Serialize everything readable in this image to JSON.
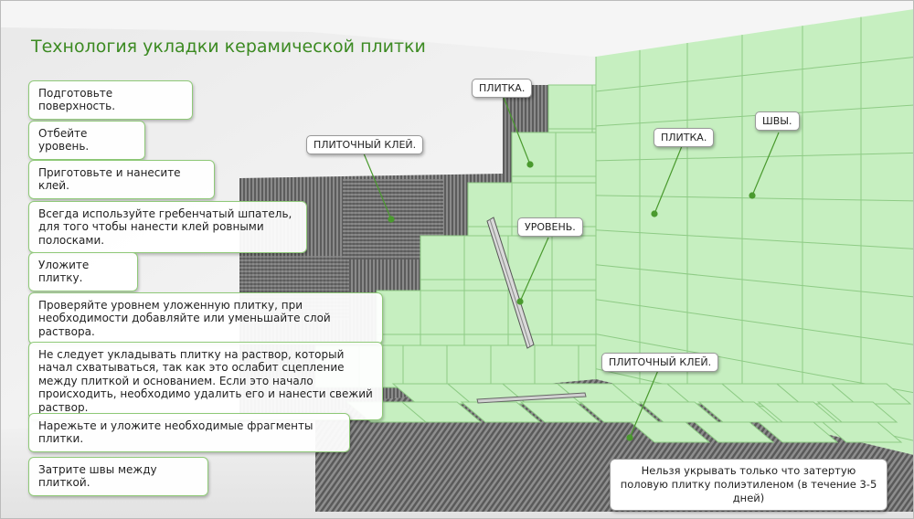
{
  "title": "Технология укладки керамической плитки",
  "steps": [
    "Подготовьте поверхность.",
    "Отбейте уровень.",
    "Приготовьте и нанесите клей.",
    "Всегда используйте гребенчатый шпатель, для того чтобы нанести клей ровными полосками.",
    "Уложите плитку.",
    "Проверяйте уровнем уложенную плитку, при необходимости добавляйте или уменьшайте слой раствора.",
    "Не следует укладывать плитку на раствор, который начал схватываться, так как это ослабит сцепление между плиткой и основанием. Если это начало происходить, необходимо удалить его и нанести свежий раствор.",
    "Нарежьте и уложите необходимые фрагменты плитки.",
    "Затрите швы между плиткой."
  ],
  "labels": {
    "tile": "ПЛИТКА.",
    "adhesive": "ПЛИТОЧНЫЙ КЛЕЙ.",
    "level": "УРОВЕНЬ.",
    "joints": "ШВЫ."
  },
  "note": "Нельзя укрывать только что затертую половую плитку полиэтиленом (в течение 3-5 дней)",
  "colors": {
    "tile": "#c6efc0",
    "tile_line": "#8ecb85",
    "accent": "#3c8a22",
    "pointer": "#4a9a2e",
    "adhesive": "#6a6a6a"
  }
}
